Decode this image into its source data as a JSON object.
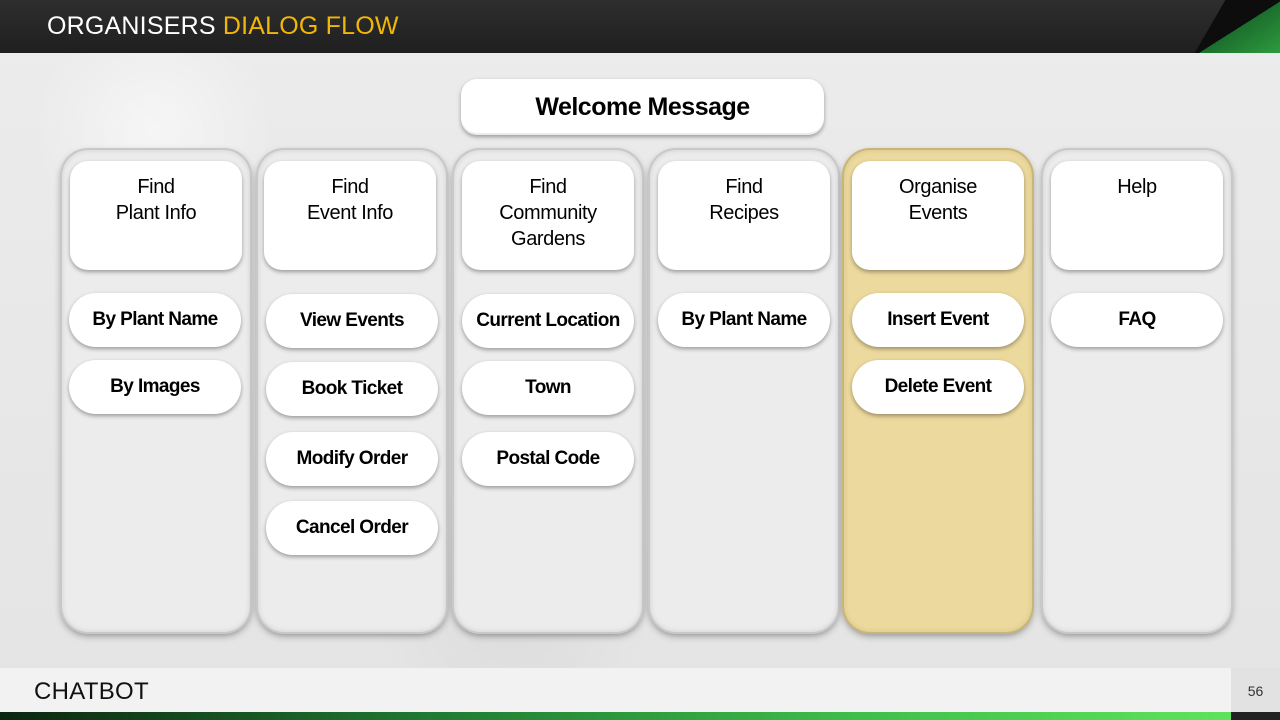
{
  "header": {
    "title_main": "ORGANISERS",
    "title_accent": "DIALOG FLOW",
    "accent_color": "#f2b705"
  },
  "welcome": {
    "label": "Welcome Message"
  },
  "columns": [
    {
      "title_lines": [
        "Find",
        "Plant Info"
      ],
      "options": [
        "By Plant Name",
        "By Images"
      ]
    },
    {
      "title_lines": [
        "Find",
        "Event Info"
      ],
      "options": [
        "View Events",
        "Book Ticket",
        "Modify Order",
        "Cancel Order"
      ]
    },
    {
      "title_lines": [
        "Find",
        "Community",
        "Gardens"
      ],
      "options": [
        "Current Location",
        "Town",
        "Postal Code"
      ]
    },
    {
      "title_lines": [
        "Find",
        "Recipes"
      ],
      "options": [
        "By Plant Name"
      ]
    },
    {
      "title_lines": [
        "Organise",
        "Events"
      ],
      "options": [
        "Insert Event",
        "Delete Event"
      ],
      "highlighted": true,
      "highlight_color": "#ecd99d"
    },
    {
      "title_lines": [
        "Help"
      ],
      "options": [
        "FAQ"
      ]
    }
  ],
  "footer": {
    "label": "CHATBOT",
    "page_number": "56"
  }
}
